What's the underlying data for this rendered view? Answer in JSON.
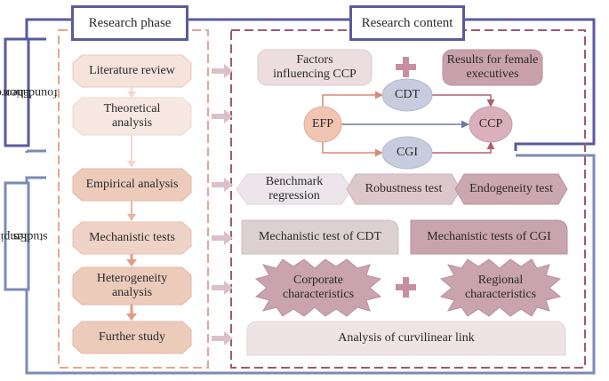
{
  "headers": {
    "research_phase": "Research phase",
    "research_content": "Research content"
  },
  "sections": {
    "theoretical": [
      "Theoretical",
      "foundation"
    ],
    "empirical": [
      "Empirical",
      "studies"
    ]
  },
  "phases": [
    [
      "Literature review"
    ],
    [
      "Theoretical",
      "analysis"
    ],
    [
      "Empirical analysis"
    ],
    [
      "Mechanistic tests"
    ],
    [
      "Heterogeneity",
      "analysis"
    ],
    [
      "Further study"
    ]
  ],
  "content": {
    "factors": [
      "Factors",
      "influencing CCP"
    ],
    "female": [
      "Results for female",
      "executives"
    ],
    "efp": "EFP",
    "cdt": "CDT",
    "cgi": "CGI",
    "ccp": "CCP",
    "benchmark": [
      "Benchmark",
      "regression"
    ],
    "robustness": "Robustness test",
    "endogeneity": "Endogeneity test",
    "mech_cdt": "Mechanistic test of CDT",
    "mech_cgi": "Mechanistic tests of CGI",
    "corporate": [
      "Corporate",
      "characteristics"
    ],
    "regional": [
      "Regional",
      "characteristics"
    ],
    "curvilinear": "Analysis of curvilinear link"
  },
  "colors": {
    "navy": "#5a5a9e",
    "steel": "#7b8bb5",
    "salmon_dash": "#e8a58f",
    "maroon_dash": "#9e5a72",
    "phase_light": "#f5e3dc",
    "phase_dark": "#eccbbb",
    "arrow": "#dcc0c8",
    "arrow_down": "#e6a08c"
  }
}
